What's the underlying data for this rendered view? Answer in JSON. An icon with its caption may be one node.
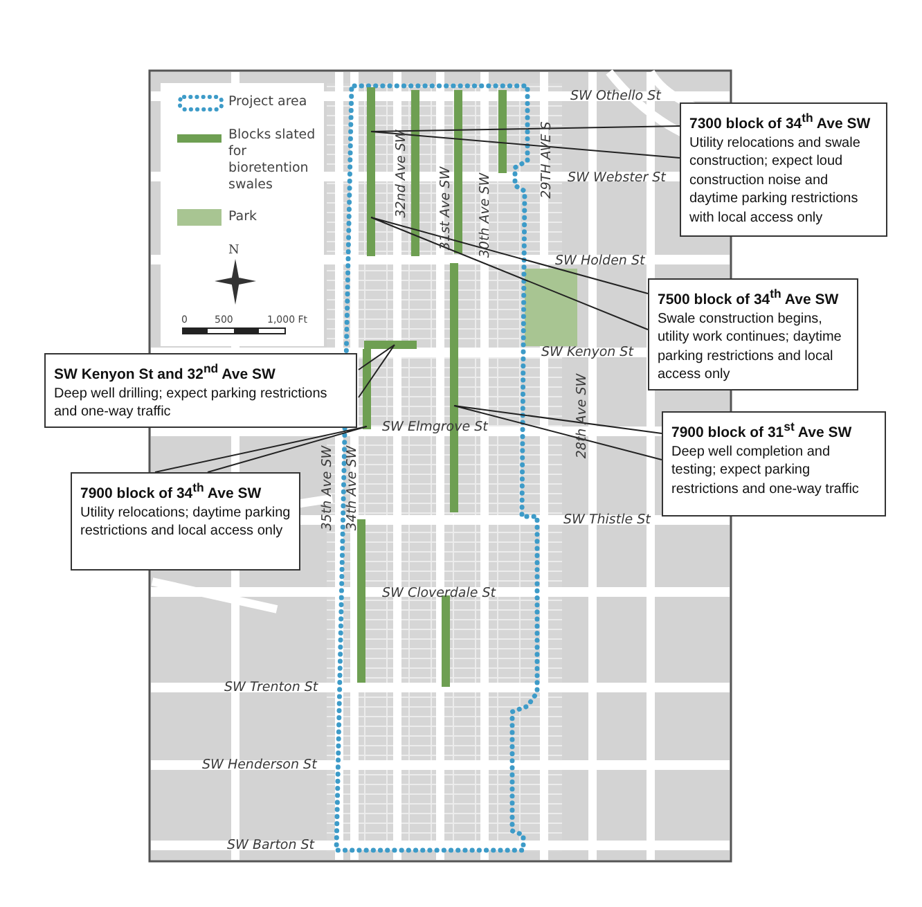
{
  "diagram": {
    "nodes": [
      {
        "text": [
          "7300 block of 34$^{th}$ Ave SW",
          "Utility relocations and swale construction; expect loud construction noise and daytime parking restrictions with local access only"
        ]
      },
      {
        "text": [
          "7500 block of 34$^{th}$ Ave SW",
          "Swale construction begins, utility work continues; daytime parking restrictions and local access only"
        ]
      },
      {
        "text": [
          "SW Kenyon St and 32$^{nd}$ Ave SW",
          "Deep well drilling; expect parking restrictions and one-way traffic"
        ]
      },
      {
        "text": [
          "7900 block of 34$^{th}$ Ave SW",
          "Utility relocations; daytime parking restrictions and local access only"
        ]
      },
      {
        "text": [
          "7900 block of 31$^{st}$ Ave SW",
          "Deep well completion and testing; expect parking restrictions and one-way traffic"
        ]
      },
      {
        "text": [],
        "shape": "bar"
      },
      {
        "text": [],
        "shape": "bar"
      },
      {
        "text": [],
        "shape": "bar"
      },
      {
        "text": [],
        "shape": "bar"
      }
    ],
    "edges": [
      {
        "from": 0,
        "to": 5,
        "arrow": "none"
      },
      {
        "from": 1,
        "to": 5,
        "arrow": "none"
      },
      {
        "from": 2,
        "to": 6,
        "arrow": "none"
      },
      {
        "from": 3,
        "to": 7,
        "arrow": "none"
      },
      {
        "from": 4,
        "to": 8,
        "arrow": "none"
      }
    ],
    "labels": [
      "SW Othello St",
      "32nd Ave SW",
      "31st Ave SW",
      "30th Ave SW",
      "29TH AVE S",
      "SW Webster St",
      "SW Holden St",
      "N",
      "0",
      "500",
      "1,000 Ft",
      "SW Kenyon St",
      "35th Ave SW",
      "34th Ave SW",
      "SW Elmgrove St",
      "28th Ave SW",
      "SW Thistle St",
      "SW Cloverdale St",
      "SW Trenton St",
      "SW Henderson St",
      "SW Barton St"
    ],
    "legend": [
      {
        "text": "Project area"
      },
      {
        "text": "Blocks slated for bioretention swales",
        "color": "#6e9f52"
      },
      {
        "text": "Park",
        "color": "#a8c592"
      }
    ]
  }
}
